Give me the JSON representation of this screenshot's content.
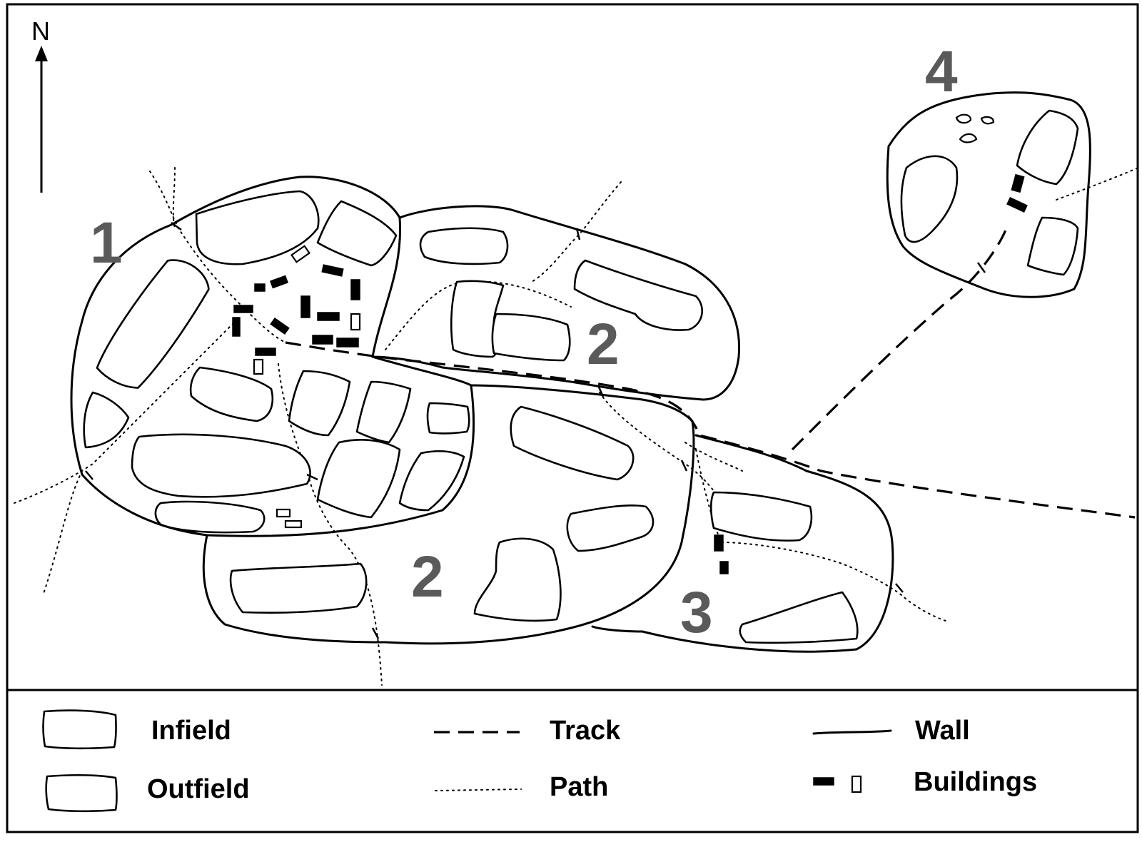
{
  "north_label": "N",
  "areas": [
    {
      "id": "area-1",
      "label": "1"
    },
    {
      "id": "area-2-north",
      "label": "2"
    },
    {
      "id": "area-2-south",
      "label": "2"
    },
    {
      "id": "area-3",
      "label": "3"
    },
    {
      "id": "area-4",
      "label": "4"
    }
  ],
  "legend": {
    "infield": "Infield",
    "outfield": "Outfield",
    "track": "Track",
    "path": "Path",
    "wall": "Wall",
    "buildings": "Buildings"
  },
  "colors": {
    "ink": "#000000",
    "area_number": "#5a5a5a",
    "background": "#ffffff"
  }
}
